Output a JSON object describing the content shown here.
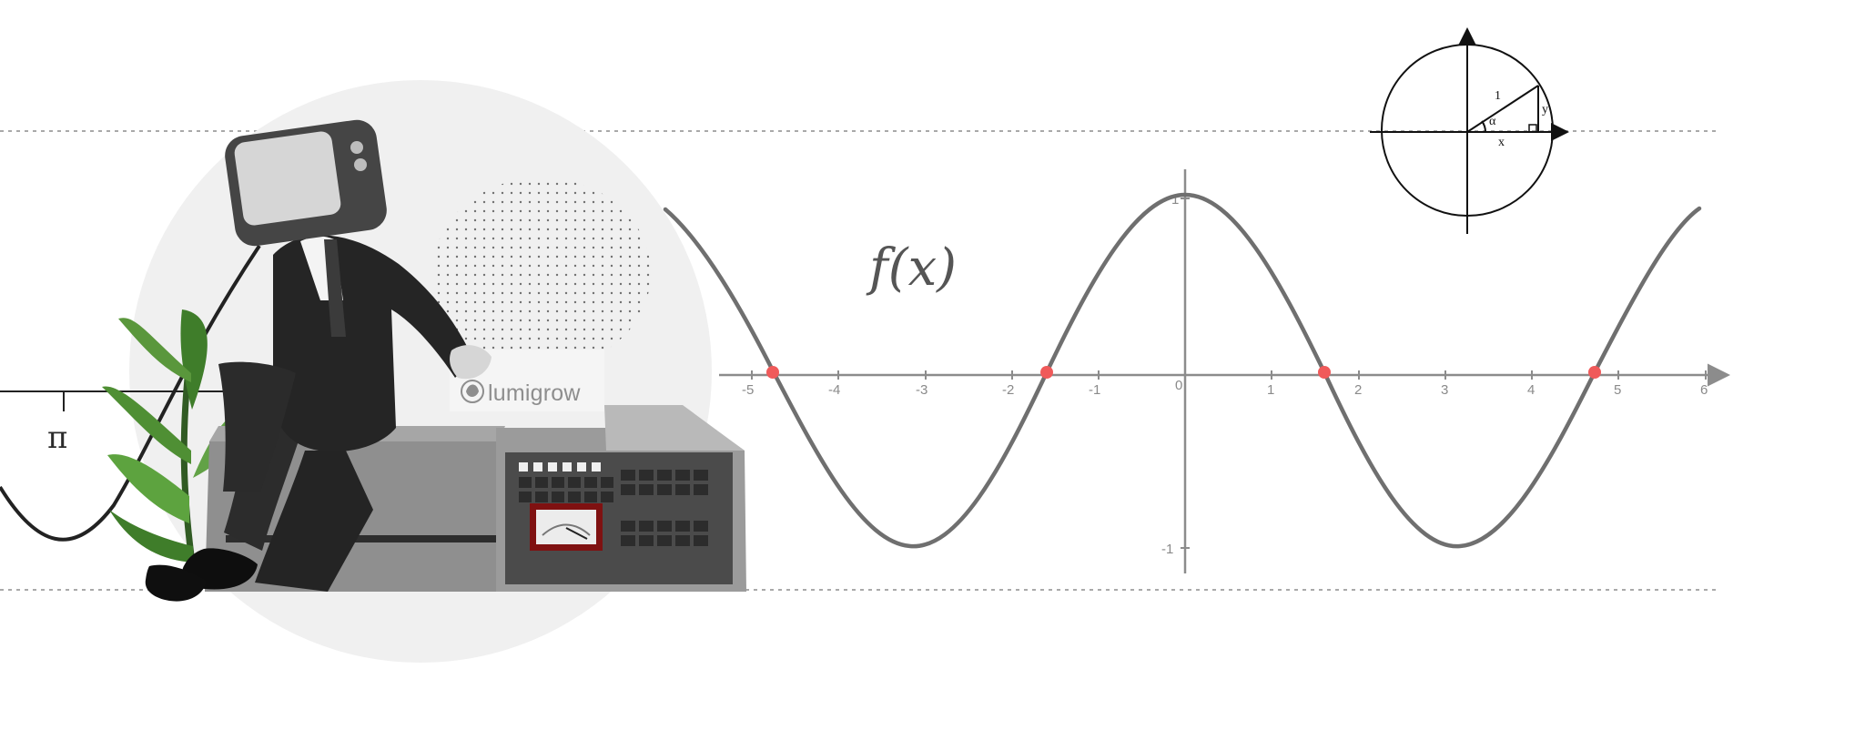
{
  "brand": {
    "name": "lumigrow"
  },
  "function_label": "f(x)",
  "pi_label": "π",
  "unit_circle": {
    "radius_label": "1",
    "angle_label": "α",
    "x_label": "x",
    "y_label": "y"
  },
  "graph": {
    "x_ticks": [
      "-5",
      "-4",
      "-3",
      "-2",
      "-1",
      "0",
      "1",
      "2",
      "3",
      "4",
      "5",
      "6"
    ],
    "y_ticks": [
      "1",
      "-1"
    ]
  },
  "colors": {
    "curve": "#6f6f6f",
    "axis": "#8c8c8c",
    "zero_dots": "#f05a5a",
    "dashed_lines": "#a9a9a9",
    "background_circle": "#f0f0f0",
    "machine": "#8f8f8f",
    "panel": "#4b4b4b"
  },
  "icons": {
    "brand_logo": "leaf-logo-icon",
    "tv_head": "retro-tv-icon",
    "gauge": "analog-meter-icon"
  }
}
